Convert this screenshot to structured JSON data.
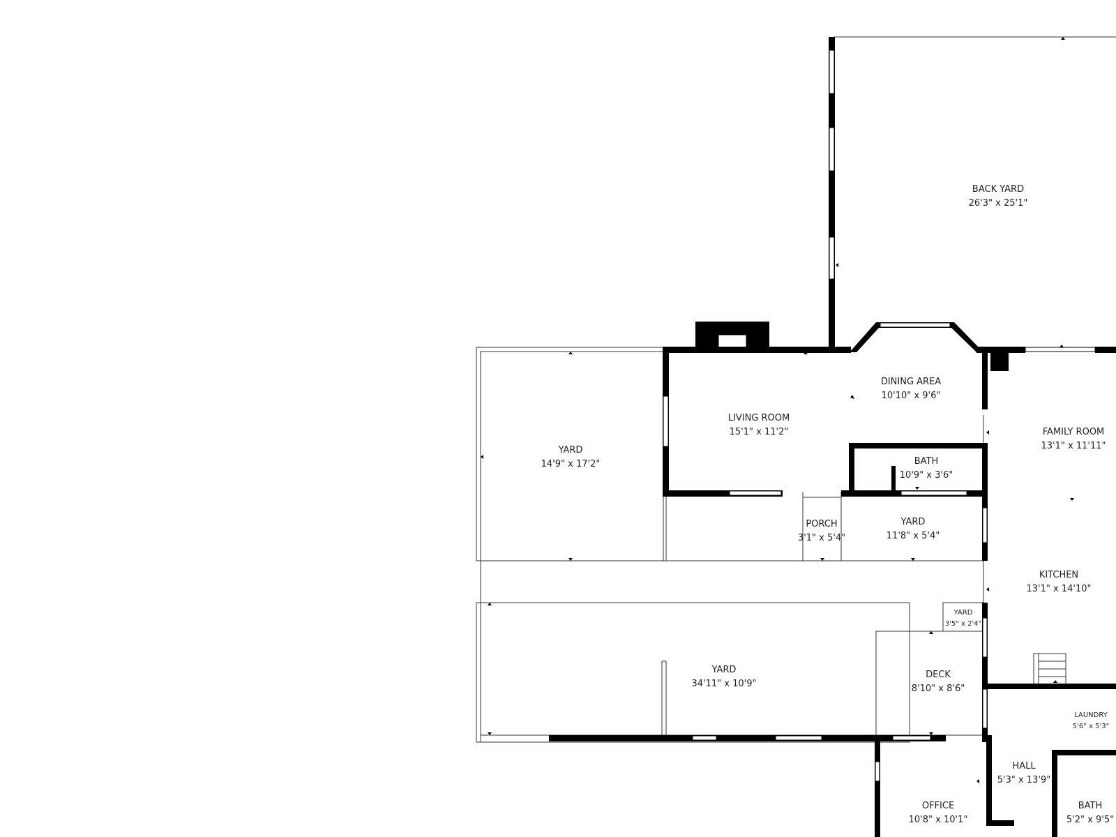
{
  "rooms": {
    "back_yard": {
      "name": "BACK YARD",
      "dims": "26'3\" x 25'1\""
    },
    "dining_area": {
      "name": "DINING AREA",
      "dims": "10'10\" x 9'6\""
    },
    "living_room": {
      "name": "LIVING ROOM",
      "dims": "15'1\" x 11'2\""
    },
    "family_room": {
      "name": "FAMILY ROOM",
      "dims": "13'1\" x 11'11\""
    },
    "yard_left": {
      "name": "YARD",
      "dims": "14'9\" x 17'2\""
    },
    "bath_1": {
      "name": "BATH",
      "dims": "10'9\" x 3'6\""
    },
    "porch": {
      "name": "PORCH",
      "dims": "3'1\" x 5'4\""
    },
    "yard_mid": {
      "name": "YARD",
      "dims": "11'8\" x 5'4\""
    },
    "kitchen": {
      "name": "KITCHEN",
      "dims": "13'1\" x 14'10\""
    },
    "yard_small": {
      "name": "YARD",
      "dims": "3'5\" x 2'4\""
    },
    "yard_bottom": {
      "name": "YARD",
      "dims": "34'11\" x 10'9\""
    },
    "deck": {
      "name": "DECK",
      "dims": "8'10\" x 8'6\""
    },
    "laundry": {
      "name": "LAUNDRY",
      "dims": "5'6\" x 5'3\""
    },
    "hall": {
      "name": "HALL",
      "dims": "5'3\" x 13'9\""
    },
    "office": {
      "name": "OFFICE",
      "dims": "10'8\" x 10'1\""
    },
    "bath_2": {
      "name": "BATH",
      "dims": "5'2\" x 9'5\""
    }
  },
  "colors": {
    "wall": "#000000",
    "line": "#333333",
    "text": "#222222",
    "background": "#ffffff"
  }
}
